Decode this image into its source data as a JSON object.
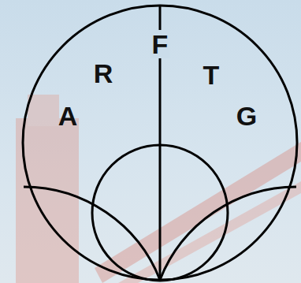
{
  "diagram": {
    "labels": [
      "A",
      "R",
      "F",
      "T",
      "G"
    ]
  }
}
